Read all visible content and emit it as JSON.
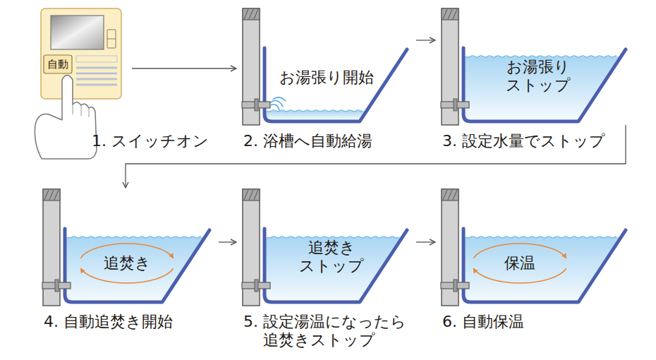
{
  "diagram": {
    "nodes": [
      {
        "text": [
          "自動",
          "1. スイッチオン"
        ]
      },
      {
        "text": [
          "お湯張り開始",
          "2. 浴槽へ自動給湯"
        ]
      },
      {
        "text": [
          "お湯張り ストップ",
          "3. 設定水量でストップ"
        ]
      },
      {
        "text": [
          "追焚き",
          "4. 自動追焚き開始"
        ]
      },
      {
        "text": [
          "追焚き ストップ",
          "5. 設定湯温になったら 追焚きストップ"
        ]
      },
      {
        "text": [
          "保温",
          "6. 自動保温"
        ]
      }
    ],
    "edges": [
      {
        "from": 0,
        "to": 1,
        "arrow": "to"
      },
      {
        "from": 1,
        "to": 2,
        "arrow": "to"
      },
      {
        "from": 2,
        "to": 3,
        "arrow": "to"
      },
      {
        "from": 3,
        "to": 4,
        "arrow": "to"
      },
      {
        "from": 4,
        "to": 5,
        "arrow": "to"
      }
    ]
  }
}
